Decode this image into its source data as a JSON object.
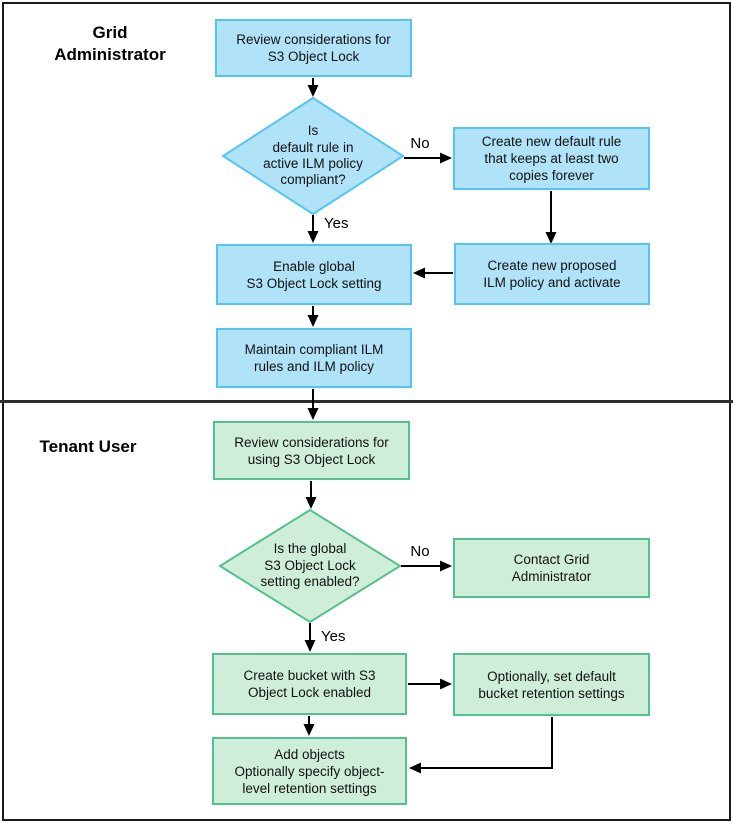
{
  "colors": {
    "blue_fill": "#b0e2f8",
    "blue_border": "#54c5f1",
    "green_fill": "#cfeeda",
    "green_border": "#52c18d",
    "connector": "#000000",
    "frame": "#1a1a1a"
  },
  "sections": {
    "grid_admin": {
      "label": "Grid\nAdministrator",
      "nodes": {
        "review": "Review considerations for\nS3 Object Lock",
        "compliant_question": "Is\ndefault rule in\nactive ILM policy\ncompliant?",
        "create_default_rule": "Create new default rule\nthat keeps at least two\ncopies forever",
        "enable_global": "Enable global\nS3 Object Lock setting",
        "create_proposed_policy": "Create new proposed\nILM policy and activate",
        "maintain_compliant": "Maintain compliant ILM\nrules and ILM policy"
      },
      "labels": {
        "no": "No",
        "yes": "Yes"
      }
    },
    "tenant_user": {
      "label": "Tenant User",
      "nodes": {
        "review": "Review considerations for\nusing S3 Object Lock",
        "enabled_question": "Is the global\nS3 Object Lock\nsetting enabled?",
        "contact_admin": "Contact Grid\nAdministrator",
        "create_bucket": "Create bucket with S3\nObject Lock enabled",
        "bucket_retention": "Optionally, set default\nbucket retention settings",
        "add_objects": "Add objects\nOptionally specify object-\nlevel retention settings"
      },
      "labels": {
        "no": "No",
        "yes": "Yes"
      }
    }
  }
}
